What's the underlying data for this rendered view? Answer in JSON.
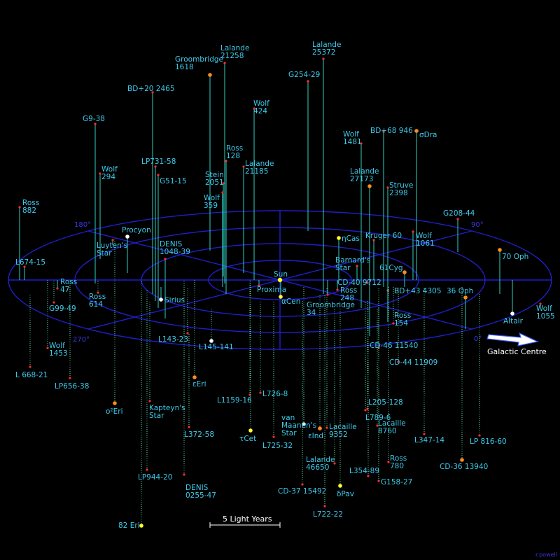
{
  "map": {
    "degree_labels": [
      "180°",
      "90°",
      "270°",
      "0°"
    ],
    "galactic_centre_label": "Galactic Centre",
    "scale_label": "5 Light Years",
    "credit": "r.powell",
    "sun_label": "Sun"
  },
  "stars": [
    {
      "lines": [
        "Ross",
        "882"
      ],
      "color": "#ff3030"
    },
    {
      "lines": [
        "G9-38"
      ],
      "color": "#ff3030"
    },
    {
      "lines": [
        "BD+20 2465"
      ],
      "color": "#ff3030"
    },
    {
      "lines": [
        "Groombridge",
        "1618"
      ],
      "color": "#ff8c1a"
    },
    {
      "lines": [
        "Lalande",
        "21258"
      ],
      "color": "#ff3030"
    },
    {
      "lines": [
        "Lalande",
        "25372"
      ],
      "color": "#ff3030"
    },
    {
      "lines": [
        "G254-29"
      ],
      "color": "#ff3030"
    },
    {
      "lines": [
        "Wolf",
        "424"
      ],
      "color": "#ff3030"
    },
    {
      "lines": [
        "Ross",
        "128"
      ],
      "color": "#ff3030"
    },
    {
      "lines": [
        "Lalande",
        "21185"
      ],
      "color": "#ff3030"
    },
    {
      "lines": [
        "Stein",
        "2051"
      ],
      "color": "#ff3030"
    },
    {
      "lines": [
        "Wolf",
        "359"
      ],
      "color": "#ff3030"
    },
    {
      "lines": [
        "LP731-58"
      ],
      "color": "#ff3030"
    },
    {
      "lines": [
        "G51-15"
      ],
      "color": "#ff3030"
    },
    {
      "lines": [
        "Wolf",
        "294"
      ],
      "color": "#ff3030"
    },
    {
      "lines": [
        "Procyon"
      ],
      "color": "#ffffff"
    },
    {
      "lines": [
        "Luyten's",
        "Star"
      ],
      "color": "#ff3030"
    },
    {
      "lines": [
        "DENIS",
        "1048-39"
      ],
      "color": "#ff3030"
    },
    {
      "lines": [
        "L674-15"
      ],
      "color": "#ff3030"
    },
    {
      "lines": [
        "Ross",
        "47"
      ],
      "color": "#ff3030"
    },
    {
      "lines": [
        "G99-49"
      ],
      "color": "#ff3030"
    },
    {
      "lines": [
        "Ross",
        "614"
      ],
      "color": "#ff3030"
    },
    {
      "lines": [
        "Sirius"
      ],
      "color": "#ffffff"
    },
    {
      "lines": [
        "L143-23"
      ],
      "color": "#ff3030"
    },
    {
      "lines": [
        "L145-141"
      ],
      "color": "#ffffff"
    },
    {
      "lines": [
        "Wolf",
        "1453"
      ],
      "color": "#ff3030"
    },
    {
      "lines": [
        "L 668-21"
      ],
      "color": "#ff3030"
    },
    {
      "lines": [
        "LP656-38"
      ],
      "color": "#ff3030"
    },
    {
      "lines": [
        "εEri"
      ],
      "color": "#ff8c1a"
    },
    {
      "lines": [
        "o²Eri"
      ],
      "color": "#ff8c1a"
    },
    {
      "lines": [
        "Kapteyn's",
        "Star"
      ],
      "color": "#ff3030"
    },
    {
      "lines": [
        "L372-58"
      ],
      "color": "#ff3030"
    },
    {
      "lines": [
        "LP944-20"
      ],
      "color": "#ff3030"
    },
    {
      "lines": [
        "DENIS",
        "0255-47"
      ],
      "color": "#ff3030"
    },
    {
      "lines": [
        "82 Eri"
      ],
      "color": "#ffff33"
    },
    {
      "lines": [
        "L1159-16"
      ],
      "color": "#ff3030"
    },
    {
      "lines": [
        "L726-8"
      ],
      "color": "#ff3030"
    },
    {
      "lines": [
        "τCet"
      ],
      "color": "#ffff33"
    },
    {
      "lines": [
        "L725-32"
      ],
      "color": "#ff3030"
    },
    {
      "lines": [
        "van",
        "Maanen's",
        "Star"
      ],
      "color": "#ffffff"
    },
    {
      "lines": [
        "εInd"
      ],
      "color": "#ff8c1a"
    },
    {
      "lines": [
        "Lacaille",
        "9352"
      ],
      "color": "#ff3030"
    },
    {
      "lines": [
        "Lalande",
        "46650"
      ],
      "color": "#ff3030"
    },
    {
      "lines": [
        "CD-37 15492"
      ],
      "color": "#ff3030"
    },
    {
      "lines": [
        "δPav"
      ],
      "color": "#ffff33"
    },
    {
      "lines": [
        "L722-22"
      ],
      "color": "#ff3030"
    },
    {
      "lines": [
        "Proxima"
      ],
      "color": "#ff3030"
    },
    {
      "lines": [
        "αCen"
      ],
      "color": "#ffff33"
    },
    {
      "lines": [
        "Groombridge",
        "34"
      ],
      "color": "#ff3030"
    },
    {
      "lines": [
        "Ross",
        "248"
      ],
      "color": "#ff3030"
    },
    {
      "lines": [
        "ηCas"
      ],
      "color": "#ffff33"
    },
    {
      "lines": [
        "Kruger 60"
      ],
      "color": "#ff3030"
    },
    {
      "lines": [
        "Barnard's",
        "Star"
      ],
      "color": "#ff3030"
    },
    {
      "lines": [
        "CD-40 9712"
      ],
      "color": "#ff3030"
    },
    {
      "lines": [
        "61Cyg"
      ],
      "color": "#ff8c1a"
    },
    {
      "lines": [
        "BD+43 4305"
      ],
      "color": "#ff3030"
    },
    {
      "lines": [
        "Wolf",
        "1481"
      ],
      "color": "#ff3030"
    },
    {
      "lines": [
        "BD+68 946"
      ],
      "color": "#ff3030"
    },
    {
      "lines": [
        "σDra"
      ],
      "color": "#ff8c1a"
    },
    {
      "lines": [
        "Lalande",
        "27173"
      ],
      "color": "#ff8c1a"
    },
    {
      "lines": [
        "Struve",
        "2398"
      ],
      "color": "#ff3030"
    },
    {
      "lines": [
        "Wolf",
        "1061"
      ],
      "color": "#ff3030"
    },
    {
      "lines": [
        "G208-44"
      ],
      "color": "#ff3030"
    },
    {
      "lines": [
        "70 Oph"
      ],
      "color": "#ff8c1a"
    },
    {
      "lines": [
        "36 Oph"
      ],
      "color": "#ff8c1a"
    },
    {
      "lines": [
        "Altair"
      ],
      "color": "#ffffff"
    },
    {
      "lines": [
        "Wolf",
        "1055"
      ],
      "color": "#ff3030"
    },
    {
      "lines": [
        "Ross",
        "154"
      ],
      "color": "#ff3030"
    },
    {
      "lines": [
        "CD-46 11540"
      ],
      "color": "#ff3030"
    },
    {
      "lines": [
        "CD-44 11909"
      ],
      "color": "#ff3030"
    },
    {
      "lines": [
        "L205-128"
      ],
      "color": "#ff3030"
    },
    {
      "lines": [
        "L789-6"
      ],
      "color": "#ff3030"
    },
    {
      "lines": [
        "Lacaille",
        "8760"
      ],
      "color": "#ff3030"
    },
    {
      "lines": [
        "L347-14"
      ],
      "color": "#ff3030"
    },
    {
      "lines": [
        "LP 816-60"
      ],
      "color": "#ff3030"
    },
    {
      "lines": [
        "CD-36 13940"
      ],
      "color": "#ff8c1a"
    },
    {
      "lines": [
        "Ross",
        "780"
      ],
      "color": "#ff3030"
    },
    {
      "lines": [
        "L354-89"
      ],
      "color": "#ff3030"
    },
    {
      "lines": [
        "G158-27"
      ],
      "color": "#ff3030"
    }
  ]
}
